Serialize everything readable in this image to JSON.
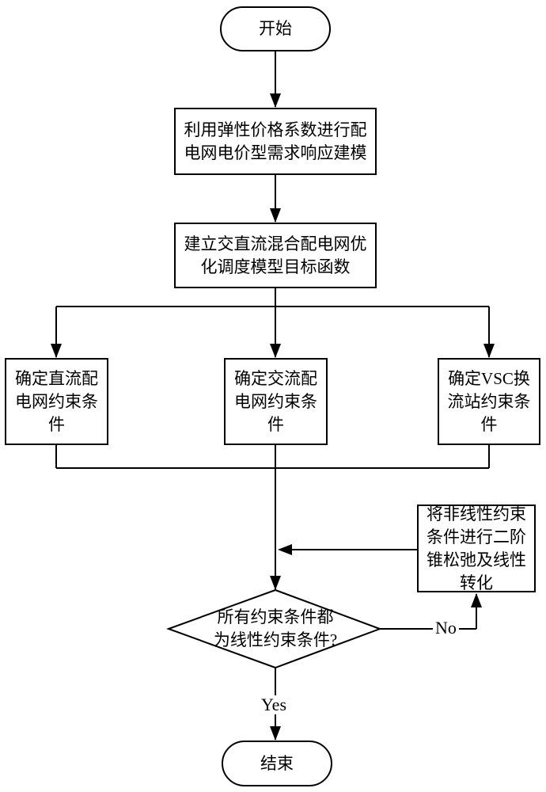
{
  "diagram": {
    "nodes": {
      "start": {
        "label": "开始"
      },
      "demand_response": {
        "label": "利用弹性价格系数进行配\n电网电价型需求响应建模"
      },
      "objective": {
        "label": "建立交直流混合配电网优\n化调度模型目标函数"
      },
      "dc_constraints": {
        "label": "确定直流配\n电网约束条\n件"
      },
      "ac_constraints": {
        "label": "确定交流配\n电网约束条\n件"
      },
      "vsc_constraints": {
        "label": "确定VSC换\n流站约束条\n件"
      },
      "socp_relaxation": {
        "label": "将非线性约束\n条件进行二阶\n锥松弛及线性\n转化"
      },
      "decision": {
        "label": "所有约束条件都\n为线性约束条件?"
      },
      "end": {
        "label": "结束"
      }
    },
    "edge_labels": {
      "no": "No",
      "yes": "Yes"
    },
    "colors": {
      "stroke": "#000000",
      "background": "#ffffff"
    }
  }
}
